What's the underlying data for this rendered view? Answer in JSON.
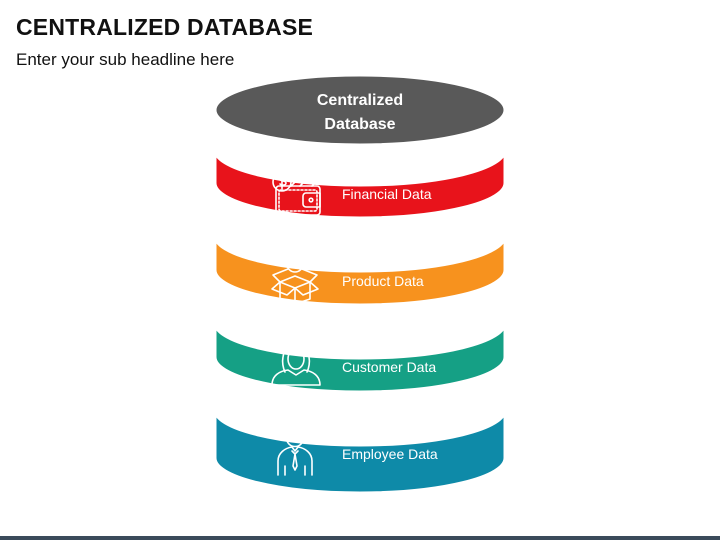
{
  "header": {
    "title": "CENTRALIZED DATABASE",
    "subtitle": "Enter your sub headline here"
  },
  "database": {
    "top_label_line1": "Centralized",
    "top_label_line2": "Database",
    "top_color": "#595959",
    "layers": [
      {
        "label": "Financial Data",
        "icon": "wallet-dollar-icon",
        "color": "#e8131b"
      },
      {
        "label": "Product Data",
        "icon": "product-box-icon",
        "color": "#f7921e"
      },
      {
        "label": "Customer Data",
        "icon": "customer-icon",
        "color": "#15a085"
      },
      {
        "label": "Employee Data",
        "icon": "employee-icon",
        "color": "#0e8aa8"
      }
    ]
  },
  "footer": {
    "bar_color": "#3a4a5a"
  }
}
